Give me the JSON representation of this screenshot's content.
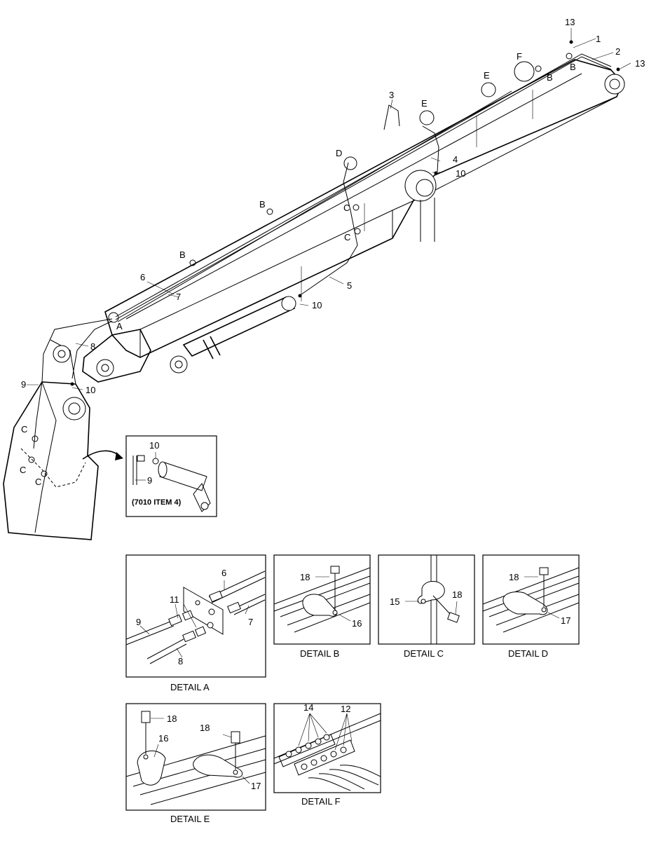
{
  "main_callouts": [
    {
      "id": "c13a",
      "text": "13"
    },
    {
      "id": "c1",
      "text": "1"
    },
    {
      "id": "c2",
      "text": "2"
    },
    {
      "id": "c13b",
      "text": "13"
    },
    {
      "id": "cF",
      "text": "F"
    },
    {
      "id": "cE1",
      "text": "E"
    },
    {
      "id": "cB1",
      "text": "B"
    },
    {
      "id": "cB2",
      "text": "B"
    },
    {
      "id": "c3",
      "text": "3"
    },
    {
      "id": "cE2",
      "text": "E"
    },
    {
      "id": "cD",
      "text": "D"
    },
    {
      "id": "c4",
      "text": "4"
    },
    {
      "id": "c10a",
      "text": "10"
    },
    {
      "id": "cC1",
      "text": "C"
    },
    {
      "id": "cC2",
      "text": "C"
    },
    {
      "id": "cB3",
      "text": "B"
    },
    {
      "id": "cB4",
      "text": "B"
    },
    {
      "id": "c6",
      "text": "6"
    },
    {
      "id": "c7",
      "text": "7"
    },
    {
      "id": "c5",
      "text": "5"
    },
    {
      "id": "c10b",
      "text": "10"
    },
    {
      "id": "cA",
      "text": "A"
    },
    {
      "id": "c8",
      "text": "8"
    },
    {
      "id": "c9",
      "text": "9"
    },
    {
      "id": "c10c",
      "text": "10"
    },
    {
      "id": "cC3",
      "text": "C"
    },
    {
      "id": "cC4",
      "text": "C"
    },
    {
      "id": "cC5",
      "text": "C"
    }
  ],
  "inset": {
    "label_10": "10",
    "label_9": "9",
    "caption": "(7010 ITEM 4)"
  },
  "detail_a": {
    "caption": "DETAIL A",
    "labels": [
      "6",
      "11",
      "9",
      "7",
      "8"
    ]
  },
  "detail_b": {
    "caption": "DETAIL B",
    "labels": [
      "18",
      "16"
    ]
  },
  "detail_c": {
    "caption": "DETAIL C",
    "labels": [
      "15",
      "18"
    ]
  },
  "detail_d": {
    "caption": "DETAIL D",
    "labels": [
      "18",
      "17"
    ]
  },
  "detail_e": {
    "caption": "DETAIL E",
    "labels": [
      "18",
      "16",
      "18",
      "17"
    ]
  },
  "detail_f": {
    "caption": "DETAIL F",
    "labels": [
      "14",
      "12"
    ]
  }
}
